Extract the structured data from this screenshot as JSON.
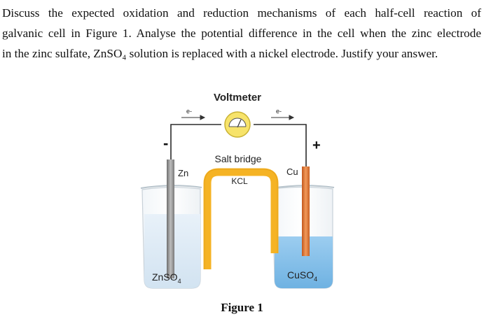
{
  "question": {
    "lines": [
      "Discuss the expected oxidation and reduction mechanisms of each half-cell reaction of",
      "galvanic cell in Figure 1. Analyse the potential difference in the cell when the zinc electrode",
      "in the zinc sulfate, ZnSO₄ solution is replaced with a nickel electrode. Justify your answer."
    ]
  },
  "figure": {
    "voltmeter_label": "Voltmeter",
    "electron_label_left": "e-",
    "electron_label_right": "e-",
    "minus_sign": "-",
    "plus_sign": "+",
    "salt_bridge_label": "Salt bridge",
    "kcl_label": "KCL",
    "zn_label": "Zn",
    "cu_label": "Cu",
    "left_solution_base": "ZnSO",
    "left_solution_sub": "4",
    "right_solution_base": "CuSO",
    "right_solution_sub": "4",
    "caption": "Figure 1"
  },
  "colors": {
    "zinc_electrode": "#8c8c8c",
    "copper_electrode": "#d9742f",
    "salt_bridge": "#f5b324",
    "left_solution": "#dde9f4",
    "right_solution": "#7fbde8",
    "voltmeter": "#f7e36a"
  }
}
